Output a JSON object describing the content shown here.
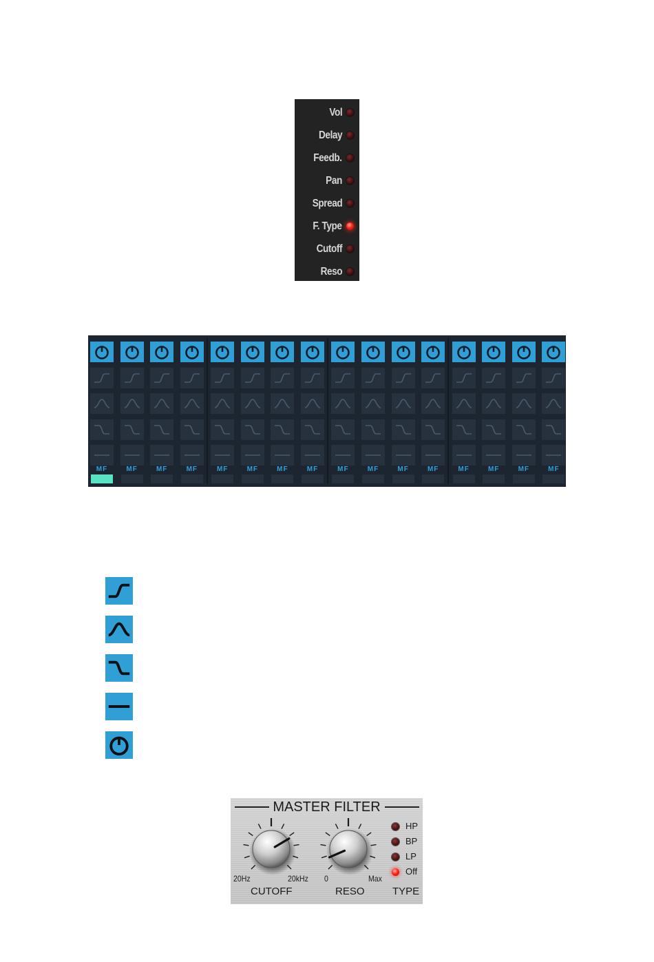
{
  "param_panel": {
    "items": [
      {
        "label": "Vol",
        "active": false
      },
      {
        "label": "Delay",
        "active": false
      },
      {
        "label": "Feedb.",
        "active": false
      },
      {
        "label": "Pan",
        "active": false
      },
      {
        "label": "Spread",
        "active": false
      },
      {
        "label": "F. Type",
        "active": true
      },
      {
        "label": "Cutoff",
        "active": false
      },
      {
        "label": "Reso",
        "active": false
      }
    ]
  },
  "step_grid": {
    "step_count": 16,
    "rows": [
      "off-icon",
      "highpass-icon",
      "bandpass-icon",
      "lowpass-icon",
      "flat-icon"
    ],
    "selected_row_per_step": [
      0,
      0,
      0,
      0,
      0,
      0,
      0,
      0,
      0,
      0,
      0,
      0,
      0,
      0,
      0,
      0
    ],
    "step_labels": [
      "MF",
      "MF",
      "MF",
      "MF",
      "MF",
      "MF",
      "MF",
      "MF",
      "MF",
      "MF",
      "MF",
      "MF",
      "MF",
      "MF",
      "MF",
      "MF"
    ],
    "current_step": 1,
    "active_color": "#2f9fd6",
    "playhead_color": "#58e3c4"
  },
  "legend": {
    "icons": [
      "highpass-icon",
      "bandpass-icon",
      "lowpass-icon",
      "flat-icon",
      "off-icon"
    ]
  },
  "master_filter": {
    "title": "MASTER FILTER",
    "cutoff": {
      "label": "CUTOFF",
      "min_label": "20Hz",
      "max_label": "20kHz",
      "value_fraction": 0.72
    },
    "reso": {
      "label": "RESO",
      "min_label": "0",
      "max_label": "Max",
      "value_fraction": 0.08
    },
    "type": {
      "label": "TYPE",
      "options": [
        "HP",
        "BP",
        "LP",
        "Off"
      ],
      "selected": "Off"
    }
  }
}
